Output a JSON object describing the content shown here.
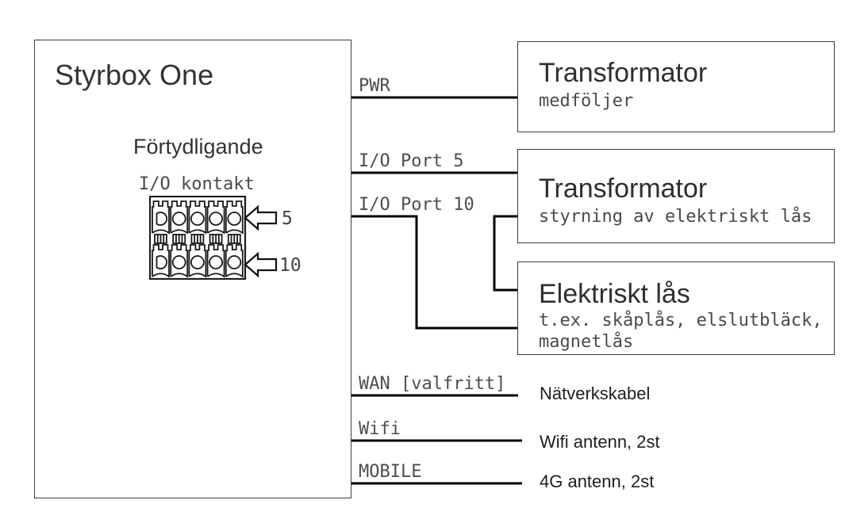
{
  "styrbox": {
    "title": "Styrbox One",
    "subtitle": "Förtydligande",
    "connector": {
      "label": "I/O kontakt",
      "pin_top_label": "5",
      "pin_bottom_label": "10"
    }
  },
  "ports": {
    "pwr": "PWR",
    "io5": "I/O Port 5",
    "io10": "I/O Port 10",
    "wan": "WAN [valfritt]",
    "wifi": "Wifi",
    "mobile": "MOBILE"
  },
  "devices": {
    "transformer_power": {
      "title": "Transformator",
      "subtitle": "medföljer"
    },
    "transformer_lock": {
      "title": "Transformator",
      "subtitle": "styrning av elektriskt lås"
    },
    "electric_lock": {
      "title": "Elektriskt lås",
      "subtitle": "t.ex. skåplås, elslutbläck, magnetlås"
    }
  },
  "annotations": {
    "wan": "Nätverkskabel",
    "wifi": "Wifi antenn, 2st",
    "mobile": "4G antenn, 2st"
  },
  "colors": {
    "background": "#ffffff",
    "box_border": "#3c3c3c",
    "wire": "#000000",
    "title_text": "#333333",
    "mono_text": "#4d4d4d"
  }
}
